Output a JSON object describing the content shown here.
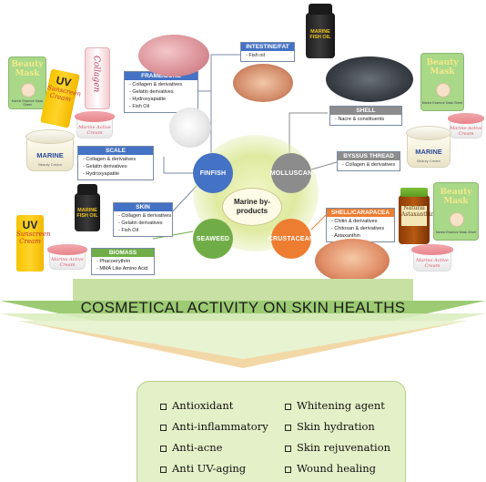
{
  "hub": {
    "label": "Marine by-products"
  },
  "nodes": [
    {
      "id": "finfish",
      "label": "FINFISH",
      "color": "#4472c4"
    },
    {
      "id": "molluscan",
      "label": "MOLLUSCAN",
      "color": "#8c8c8c"
    },
    {
      "id": "seaweed",
      "label": "SEAWEED",
      "color": "#70ad47"
    },
    {
      "id": "crustacean",
      "label": "CRUSTACEAN",
      "color": "#ed7d31"
    }
  ],
  "boxes": {
    "frame_bone": {
      "title": "FRAME/BONE",
      "items": [
        "Collagen & derivatives",
        "Gelatin derivatives",
        "Hydroxyapatite",
        "Fish Oil"
      ]
    },
    "scale": {
      "title": "SCALE",
      "items": [
        "Collagen & derivatives",
        "Gelatin derivatives",
        "Hydroxyapatite"
      ]
    },
    "skin": {
      "title": "SKIN",
      "items": [
        "Collagen & derivatives",
        "Gelatin derivatives",
        "Fish Oil"
      ]
    },
    "intestine_fat": {
      "title": "INTESTINE/FAT",
      "items": [
        "Fish oil"
      ]
    },
    "shell": {
      "title": "SHELL",
      "items": [
        "Nacre & constituents"
      ]
    },
    "byssus": {
      "title": "BYSSUS THREAD",
      "items": [
        "Collagen & derivatives"
      ]
    },
    "shell_carapacea": {
      "title": "SHELL/CARAPACEA",
      "items": [
        "Chitin & derivatives",
        "Chitosan & derivatives",
        "Astaxanthin"
      ]
    },
    "biomass": {
      "title": "BIOMASS",
      "items": [
        "Phacoerythrin",
        "MMA Like Amino Acid"
      ]
    }
  },
  "products": {
    "beauty_mask": "Beauty Mask",
    "beauty_mask_caption": "Marine Essence Mask Sheet",
    "uv": "UV",
    "uv_sub": "Sunscreen Cream",
    "marine_cream": "MARINE",
    "marine_cream_sub": "Beauty Cream",
    "marine_active_cream": "Marine Active Cream",
    "collagen": "Collagen",
    "fish_oil": "MARINE FISH OIL",
    "astaxanthin": "Natural Astaxanthin"
  },
  "banner": {
    "title": "COSMETICAL ACTIVITY ON SKIN HEALTHS"
  },
  "benefits": {
    "left": [
      "Antioxidant",
      "Anti-inflammatory",
      "Anti-acne",
      "Anti UV-aging"
    ],
    "right": [
      "Whitening agent",
      "Skin hydration",
      "Skin rejuvenation",
      "Wound healing"
    ]
  }
}
